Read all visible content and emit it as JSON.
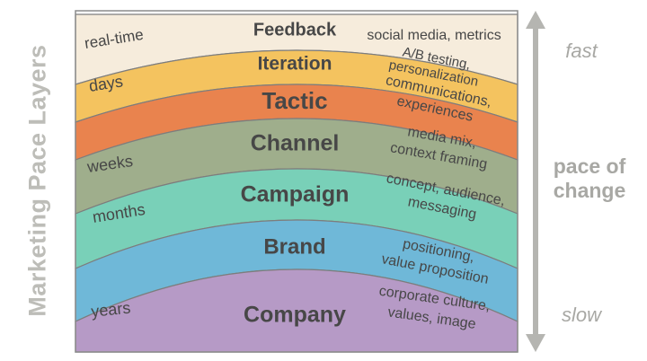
{
  "title": "Marketing Pace Layers",
  "axis": {
    "top_label": "fast",
    "bottom_label": "slow",
    "middle_label_line1": "pace of",
    "middle_label_line2": "change"
  },
  "layers": [
    {
      "name": "Feedback",
      "time": "real-time",
      "detail": [
        "social media, metrics"
      ],
      "color": "#f6ecdc"
    },
    {
      "name": "Iteration",
      "time": "days",
      "detail": [
        "A/B testing,",
        "personalization"
      ],
      "color": "#f4c35f"
    },
    {
      "name": "Tactic",
      "time": "",
      "detail": [
        "communications,",
        "experiences"
      ],
      "color": "#e9834e"
    },
    {
      "name": "Channel",
      "time": "weeks",
      "detail": [
        "media mix,",
        "context framing"
      ],
      "color": "#9fae8c"
    },
    {
      "name": "Campaign",
      "time": "months",
      "detail": [
        "concept, audience,",
        "messaging"
      ],
      "color": "#79d0b8"
    },
    {
      "name": "Brand",
      "time": "",
      "detail": [
        "positioning,",
        "value proposition"
      ],
      "color": "#6fb8d8"
    },
    {
      "name": "Company",
      "time": "years",
      "detail": [
        "corporate culture,",
        "values, image"
      ],
      "color": "#b69ac6"
    }
  ]
}
